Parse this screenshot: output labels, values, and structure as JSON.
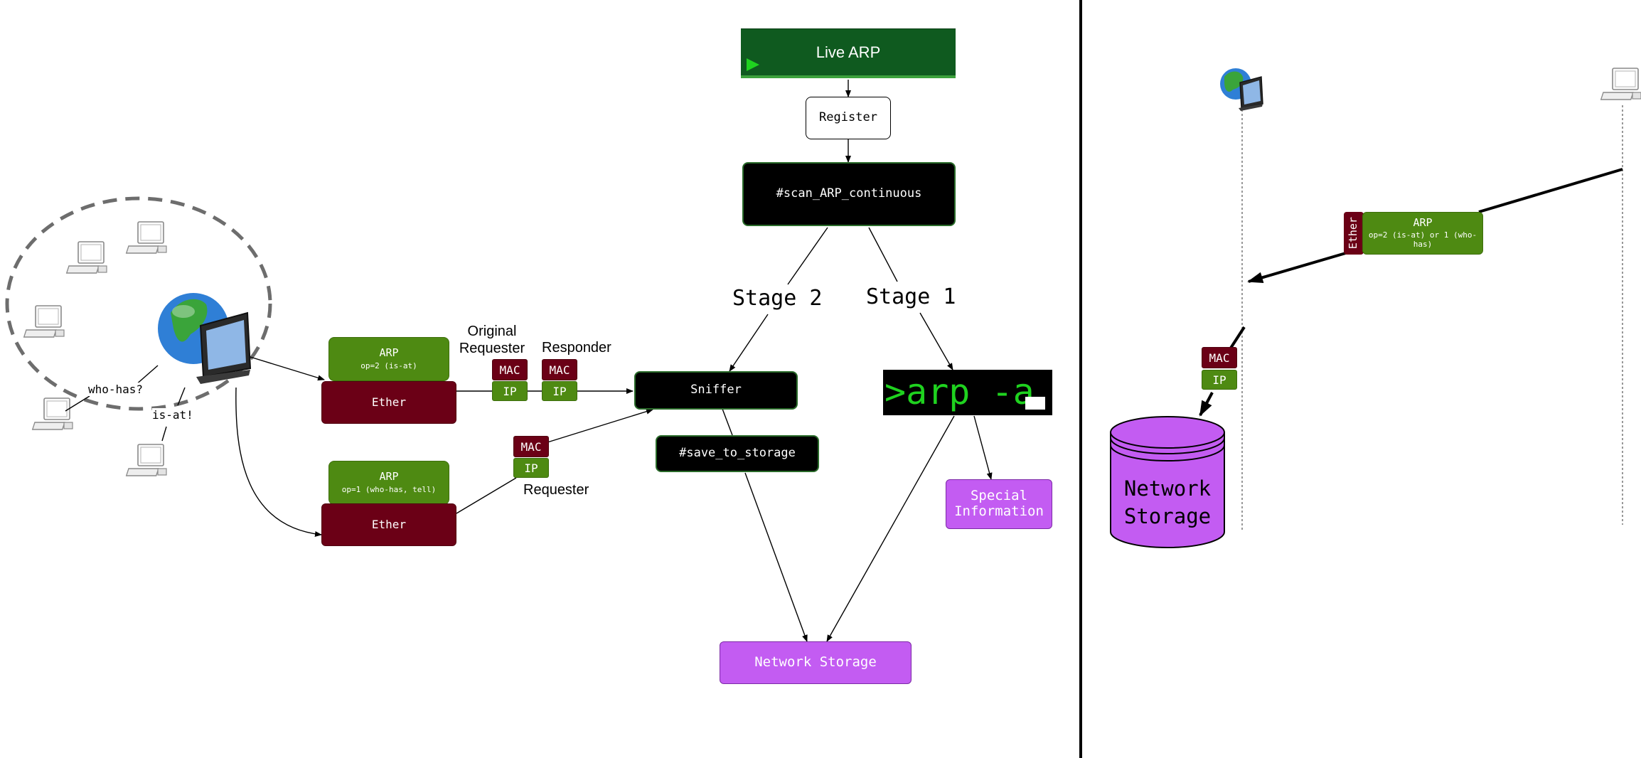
{
  "colors": {
    "maroon": "#6b0016",
    "green": "#4e8a12",
    "purple": "#c35cf2",
    "black": "#000000",
    "dark_green": "#0f5a1f",
    "terminal_green": "#1fd21f"
  },
  "flow": {
    "live_arp": "Live ARP",
    "register": "Register",
    "scan": "#scan_ARP_continuous",
    "stage2": "Stage 2",
    "stage1": "Stage 1",
    "sniffer": "Sniffer",
    "save": "#save_to_storage",
    "terminal": ">arp -a",
    "special": "Special Information",
    "storage": "Network Storage"
  },
  "left": {
    "who_has": "who-has?",
    "is_at": "is-at!",
    "reply_arp": "ARP",
    "reply_op": "op=2 (is-at)",
    "reply_ether": "Ether",
    "request_arp": "ARP",
    "request_op": "op=1 (who-has, tell)",
    "request_ether": "Ether",
    "original_requester": "Original Requester",
    "responder": "Responder",
    "requester": "Requester",
    "mac": "MAC",
    "ip": "IP"
  },
  "right": {
    "ether": "Ether",
    "arp": "ARP",
    "arp_op": "op=2 (is-at) or 1 (who-has)",
    "mac": "MAC",
    "ip": "IP",
    "storage": "Network Storage"
  },
  "icons": [
    "globe-icon",
    "monitor-icon",
    "computer-icon",
    "play-icon",
    "database-icon"
  ]
}
